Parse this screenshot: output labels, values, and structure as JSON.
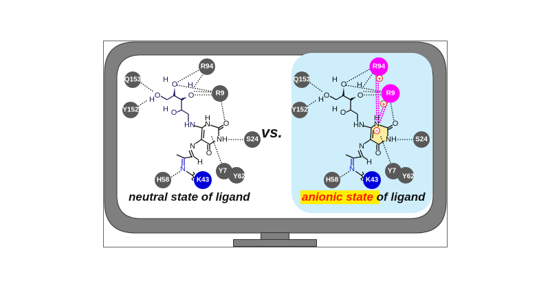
{
  "colors": {
    "frame": "#7f7f7f",
    "frame_stroke": "#333333",
    "residue": "#595959",
    "residue_lys": "#0000dd",
    "residue_arg_charged": "#ff00ff",
    "ligand_sugar": "#1a1a5e",
    "ligand_imine": "#2222cc",
    "panel_anionic": "#cdeefa",
    "ring_highlight": "#fbeea0",
    "highlight_label_bg": "#ffee00",
    "highlight_label_text": "#ff1a00",
    "charge": "#e53935"
  },
  "vs_label": "vs.",
  "panels": [
    {
      "id": "neutral",
      "caption": "neutral state of ligand",
      "caption_highlight": "",
      "residues": {
        "R94": "R94",
        "Q153": "Q153",
        "R9": "R9",
        "Y152": "Y152",
        "S24": "S24",
        "Y7": "Y7",
        "Y62": "Y62",
        "H58": "H58",
        "K43": "K43"
      }
    },
    {
      "id": "anionic",
      "caption_highlight": "anionic state",
      "caption": " of ligand",
      "residues": {
        "R94": "R94",
        "Q153": "Q153",
        "R9": "R9",
        "Y152": "Y152",
        "S24": "S24",
        "Y7": "Y7",
        "Y62": "Y62",
        "H58": "H58",
        "K43": "K43"
      }
    }
  ],
  "atoms": {
    "O": "O",
    "H": "H",
    "HN": "HN",
    "NH": "NH",
    "N": "N"
  },
  "charges": {
    "plus": "+",
    "minus": "−"
  }
}
